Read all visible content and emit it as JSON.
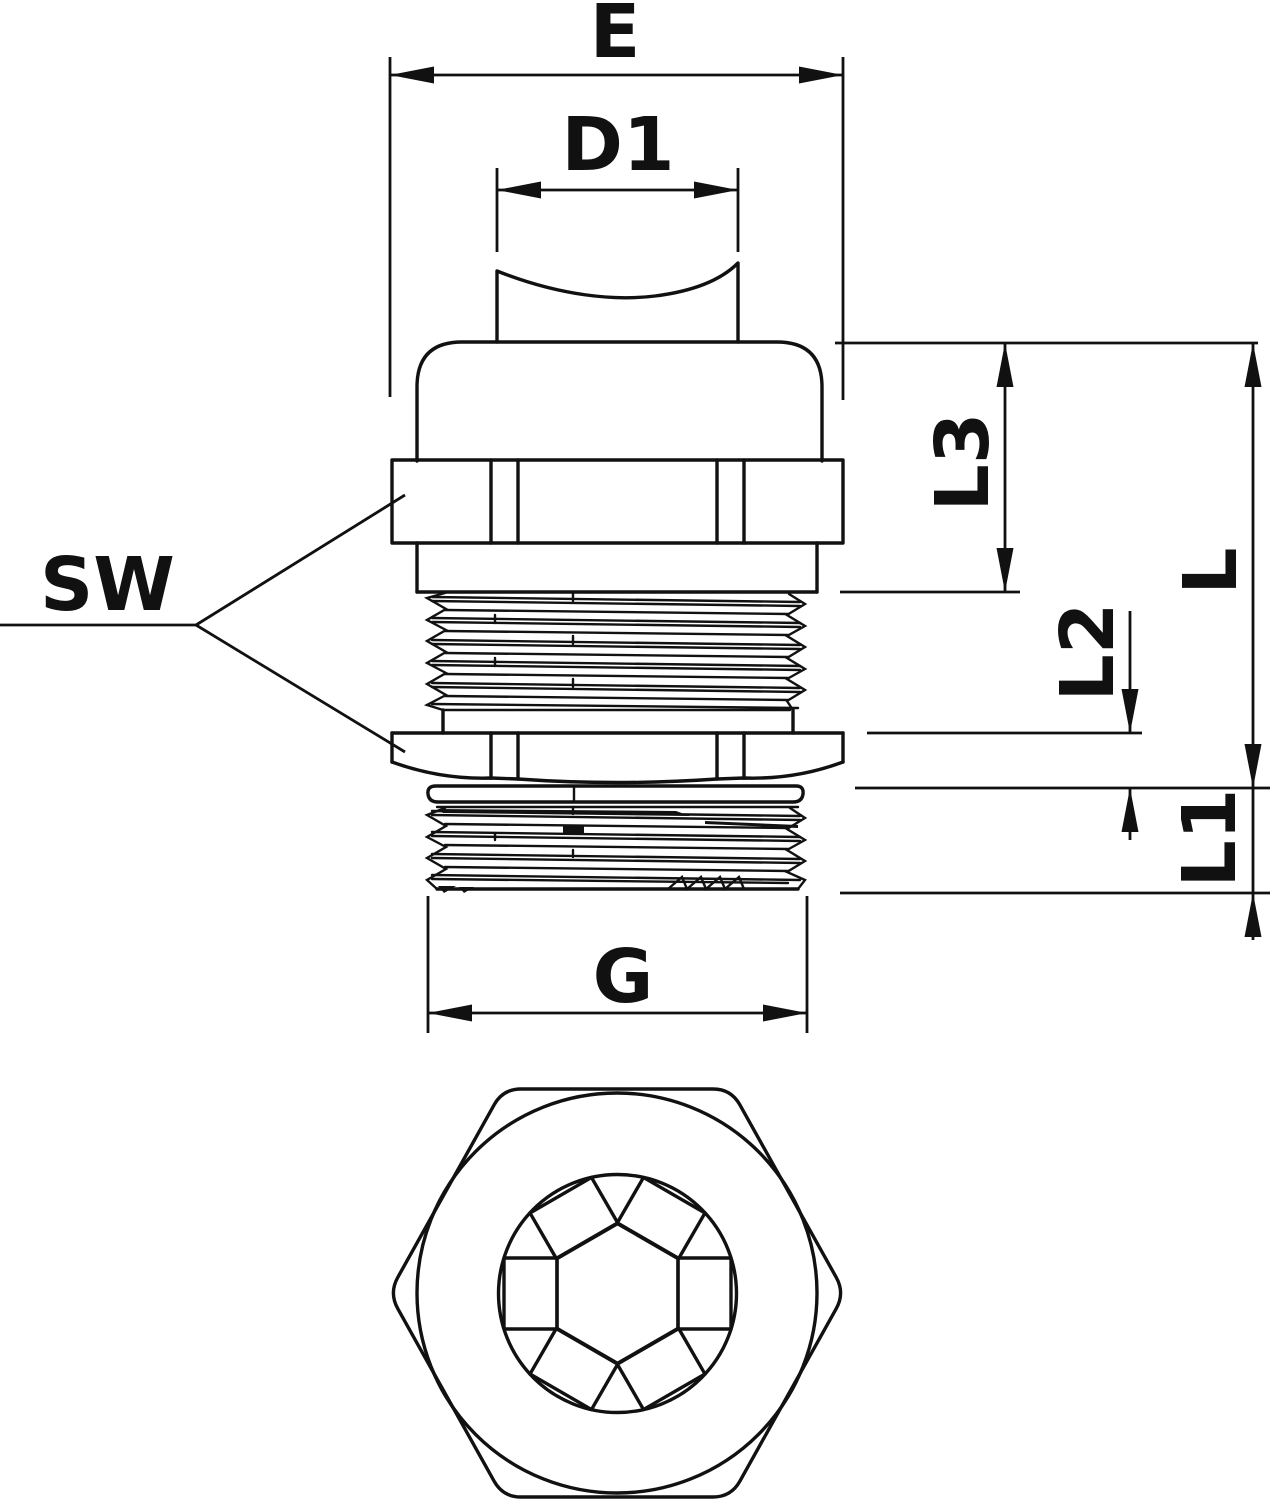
{
  "drawing": {
    "colors": {
      "line": "#111111",
      "background": "#ffffff"
    },
    "labels": {
      "e": "E",
      "d1": "D1",
      "sw": "SW",
      "l3": "L3",
      "l": "L",
      "l2": "L2",
      "l1": "L1",
      "g": "G"
    }
  }
}
